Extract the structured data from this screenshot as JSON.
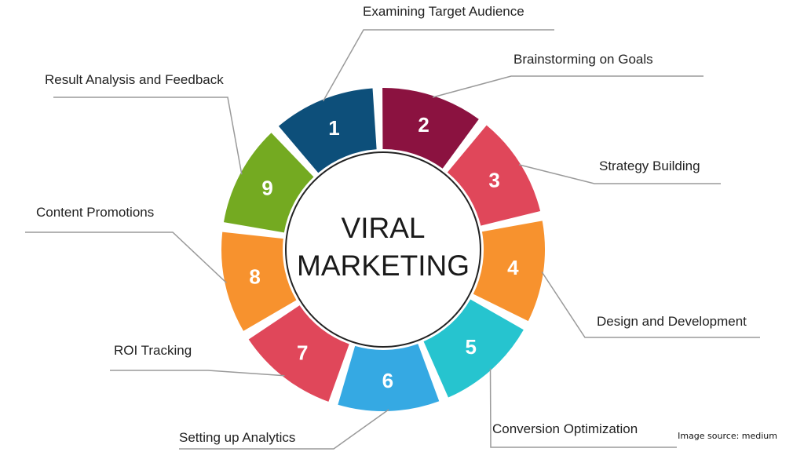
{
  "center": {
    "line1": "VIRAL",
    "line2": "MARKETING"
  },
  "steps": [
    {
      "number": "1",
      "label": "Examining Target Audience",
      "color": "#0d4f7a"
    },
    {
      "number": "2",
      "label": "Brainstorming on Goals",
      "color": "#8b1240"
    },
    {
      "number": "3",
      "label": "Strategy Building",
      "color": "#e0475a"
    },
    {
      "number": "4",
      "label": "Design and Development",
      "color": "#f7922e"
    },
    {
      "number": "5",
      "label": "Conversion Optimization",
      "color": "#26c4cf"
    },
    {
      "number": "6",
      "label": "Setting up Analytics",
      "color": "#35a9e3"
    },
    {
      "number": "7",
      "label": "ROI Tracking",
      "color": "#e0475a"
    },
    {
      "number": "8",
      "label": "Content Promotions",
      "color": "#f7922e"
    },
    {
      "number": "9",
      "label": "Result Analysis and Feedback",
      "color": "#74aa21"
    }
  ],
  "source": "Image source: medium"
}
